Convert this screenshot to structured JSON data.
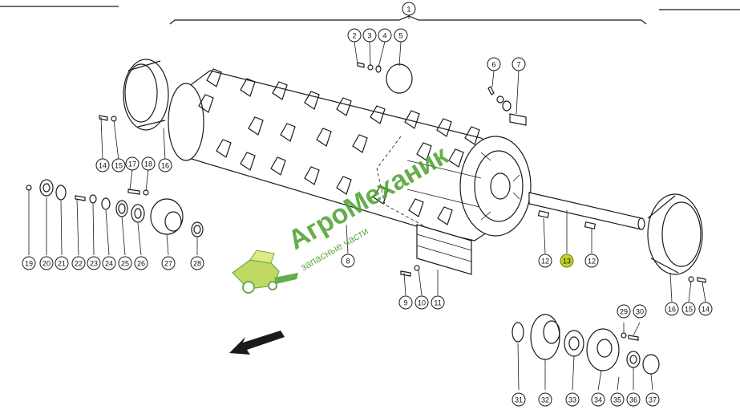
{
  "watermark": {
    "brand": "АгроМеханик",
    "tagline": "запасные части",
    "color": "#4aa02c"
  },
  "highlight_color": "#c4d12a",
  "callouts": [
    "1",
    "2",
    "3",
    "4",
    "5",
    "6",
    "7",
    "8",
    "9",
    "10",
    "11",
    "12",
    "12",
    "13",
    "14",
    "14",
    "15",
    "15",
    "16",
    "16",
    "17",
    "18",
    "19",
    "20",
    "21",
    "22",
    "23",
    "24",
    "25",
    "26",
    "27",
    "28",
    "29",
    "30",
    "31",
    "32",
    "33",
    "34",
    "35",
    "36",
    "37"
  ],
  "highlighted_part": "13"
}
